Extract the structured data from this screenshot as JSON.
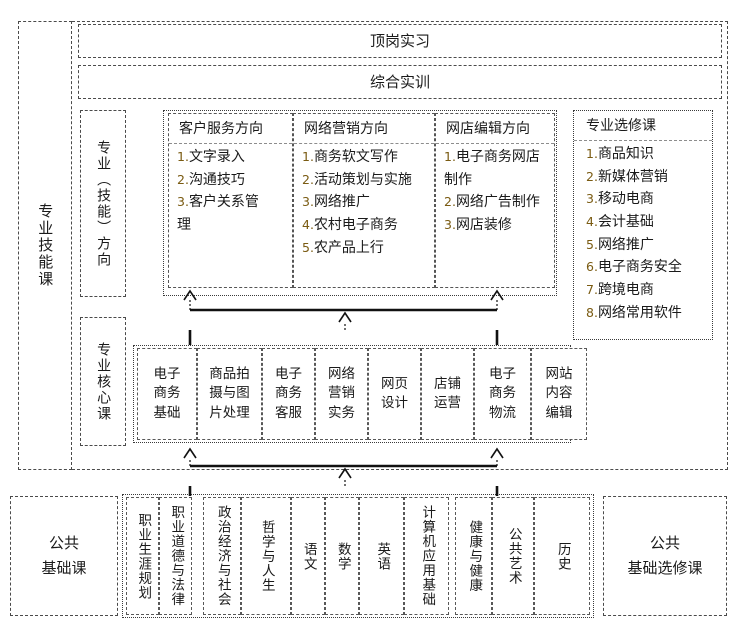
{
  "diagram": {
    "title_top": "顶岗实习",
    "title_second": "综合实训",
    "left_labels": {
      "skill_course": "专业技能课",
      "skill_direction": "专业（技能）方向",
      "core_course": "专业核心课",
      "public_base": "公共\n基础课"
    },
    "public_base_label": "公共",
    "public_base_label2": "基础课",
    "public_elective_label": "公共",
    "public_elective_label2": "基础选修课"
  },
  "directions": [
    {
      "header": "客户服务方向",
      "items": [
        "1.文字录入",
        "2.沟通技巧",
        "3. 客户关系管",
        "理"
      ]
    },
    {
      "header": "网络营销方向",
      "items": [
        "1.商务软文写作",
        "2.活动策划与实施",
        "3.网络推广",
        "4.农村电子商务",
        "5.农产品上行"
      ]
    },
    {
      "header": "网店编辑方向",
      "items": [
        "1.电子商务网店",
        "制作",
        "2.网络广告制作",
        "3.网店装修"
      ]
    }
  ],
  "electives": {
    "header": "专业选修课",
    "items": [
      "1.商品知识",
      "2.新媒体营销",
      "3.移动电商",
      "4.会计基础",
      "5.网络推广",
      "6.电子商务安全",
      "7.跨境电商",
      "8.网络常用软件"
    ]
  },
  "core_courses": [
    "电子商务基础",
    "商品拍摄与图片处理",
    "电子商务客服",
    "网络营销实务",
    "网页设计",
    "店铺运营",
    "电子商务物流",
    "网站内容编辑"
  ],
  "general_courses": [
    "职业生涯规划",
    "职业道德与法律",
    "政治经济与社会",
    "哲学与人生",
    "语文",
    "数学",
    "英语",
    "计算机应用基础",
    "健康与健康",
    "公共艺术",
    "历史"
  ],
  "colors": {
    "line": "#000000",
    "box_border": "#555555",
    "background": "#ffffff",
    "number": "#7a5b12"
  }
}
